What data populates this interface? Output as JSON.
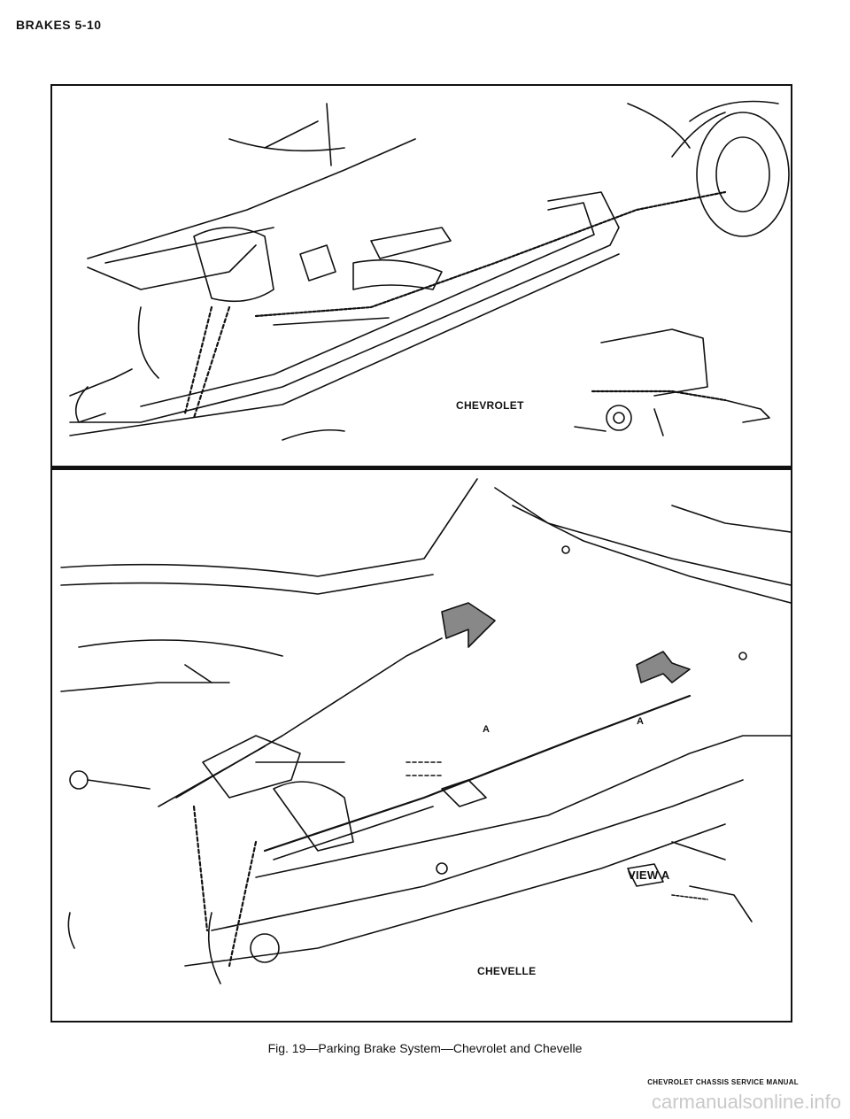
{
  "header": {
    "section": "BRAKES 5-10"
  },
  "figure": {
    "panels": [
      {
        "name": "chevrolet",
        "label": "CHEVROLET"
      },
      {
        "name": "chevelle",
        "label": "CHEVELLE",
        "view_label": "VIEW A",
        "callouts": [
          "A",
          "A"
        ]
      }
    ],
    "caption": "Fig. 19—Parking Brake System—Chevrolet and Chevelle"
  },
  "footer": {
    "manual": "CHEVROLET CHASSIS SERVICE MANUAL"
  },
  "watermark": "carmanualsonline.info"
}
